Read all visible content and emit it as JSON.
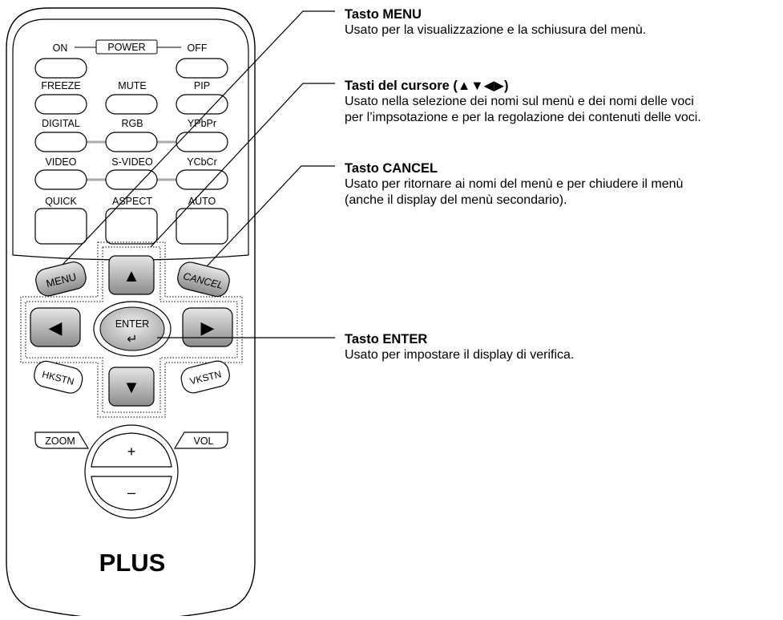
{
  "remote": {
    "power_label": "POWER",
    "on_label": "ON",
    "off_label": "OFF",
    "freeze_label": "FREEZE",
    "mute_label": "MUTE",
    "pip_label": "PIP",
    "digital_label": "DIGITAL",
    "rgb_label": "RGB",
    "ypbpr_label": "YPbPr",
    "video_label": "VIDEO",
    "svideo_label": "S-VIDEO",
    "ycbcr_label": "YCbCr",
    "quick_label": "QUICK",
    "aspect_label": "ASPECT",
    "auto_label": "AUTO",
    "menu_label": "MENU",
    "cancel_label": "CANCEL",
    "enter_label": "ENTER",
    "hkstn_label": "HKSTN",
    "vkstn_label": "VKSTN",
    "zoom_label": "ZOOM",
    "vol_label": "VOL",
    "plus_label": "+",
    "minus_label": "–",
    "brand": "PLUS",
    "arrow_up": "▲",
    "arrow_down": "▼",
    "arrow_left": "◀",
    "arrow_right": "▶",
    "enter_symbol": "↵"
  },
  "callouts": {
    "menu": {
      "title": "Tasto MENU",
      "lines": [
        "Usato per la visualizzazione e la schiusura del menù."
      ]
    },
    "cursor": {
      "title": "Tasti del cursore (▲▼◀▶)",
      "lines": [
        "Usato nella selezione dei  nomi sul menù e dei nomi delle voci",
        "per l’impsotazione e per la regolazione dei contenuti delle voci."
      ]
    },
    "cancel": {
      "title": "Tasto CANCEL",
      "lines": [
        "Usato per ritornare ai nomi del menù e per chiudere il menù",
        "(anche il display del menù secondario)."
      ]
    },
    "enter": {
      "title": "Tasto ENTER",
      "lines": [
        "Usato per impostare il display di verifica."
      ]
    }
  }
}
